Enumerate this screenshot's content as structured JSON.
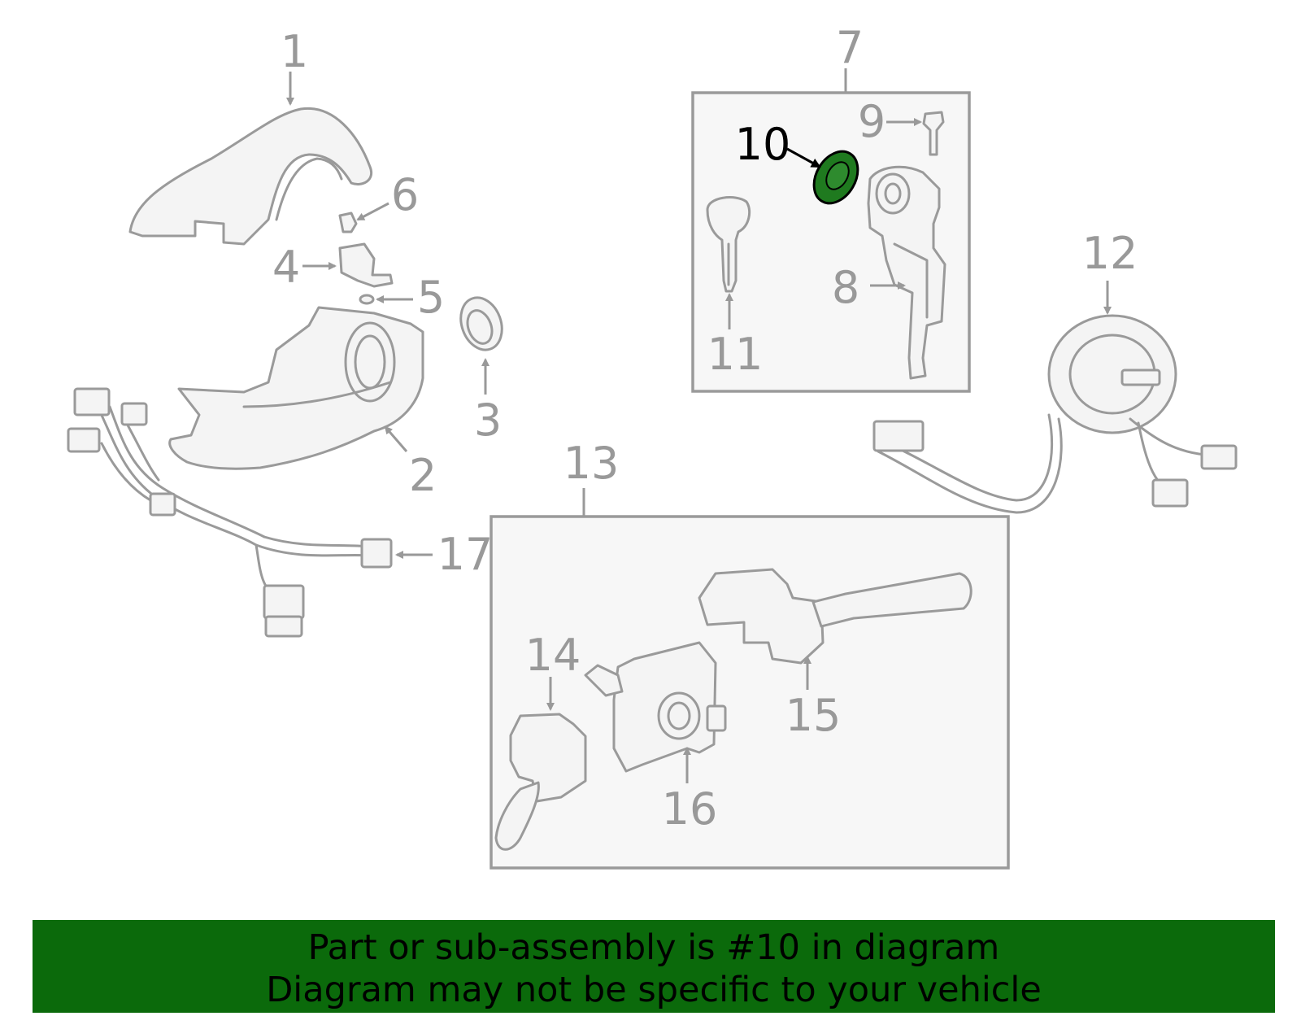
{
  "diagram": {
    "highlighted_part": "10",
    "callouts": [
      "1",
      "2",
      "3",
      "4",
      "5",
      "6",
      "7",
      "8",
      "9",
      "10",
      "11",
      "12",
      "13",
      "14",
      "15",
      "16",
      "17"
    ],
    "colors": {
      "highlight": "#1f7a1f",
      "banner": "#0b6a0b",
      "line": "#9a9a9a"
    }
  },
  "banner": {
    "line1": "Part or sub-assembly is #10 in diagram",
    "line2": "Diagram may not be specific to your vehicle"
  }
}
